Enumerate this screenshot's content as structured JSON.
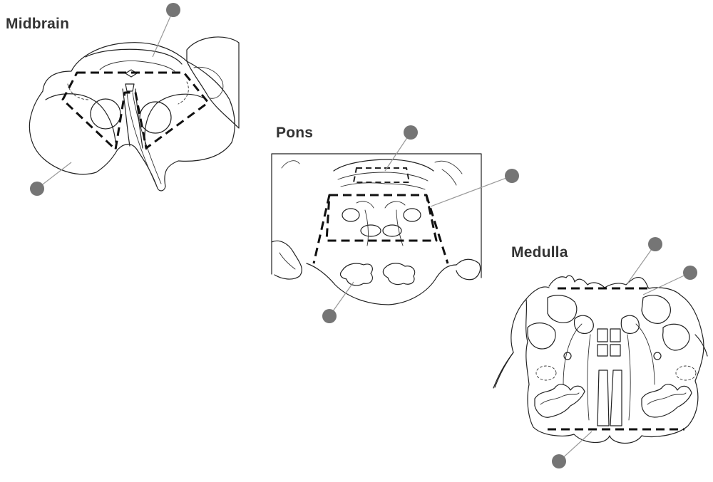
{
  "labels": {
    "midbrain": "Midbrain",
    "pons": "Pons",
    "medulla": "Medulla"
  },
  "colors": {
    "ink": "#222222",
    "marker": "#757575",
    "leader": "#999999",
    "label": "#333333"
  }
}
